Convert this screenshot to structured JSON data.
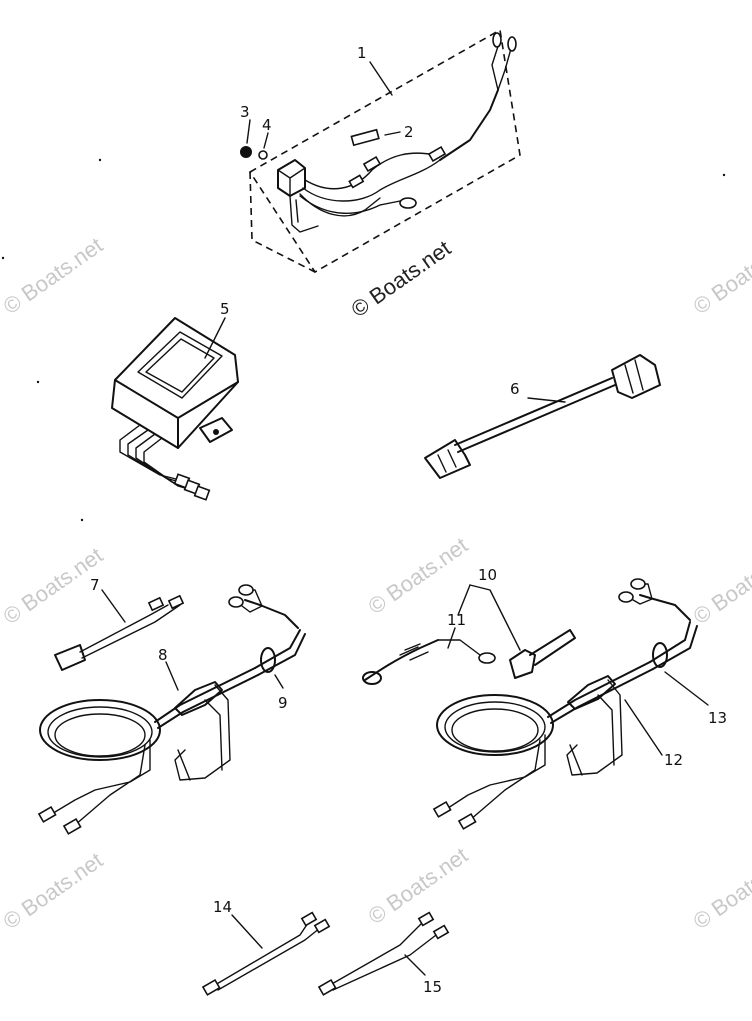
{
  "diagram": {
    "callouts": {
      "c1": "1",
      "c2": "2",
      "c3": "3",
      "c4": "4",
      "c5": "5",
      "c6": "6",
      "c7": "7",
      "c8": "8",
      "c9": "9",
      "c10": "10",
      "c11": "11",
      "c12": "12",
      "c13": "13",
      "c14": "14",
      "c15": "15"
    },
    "watermark": "© Boats.net"
  }
}
